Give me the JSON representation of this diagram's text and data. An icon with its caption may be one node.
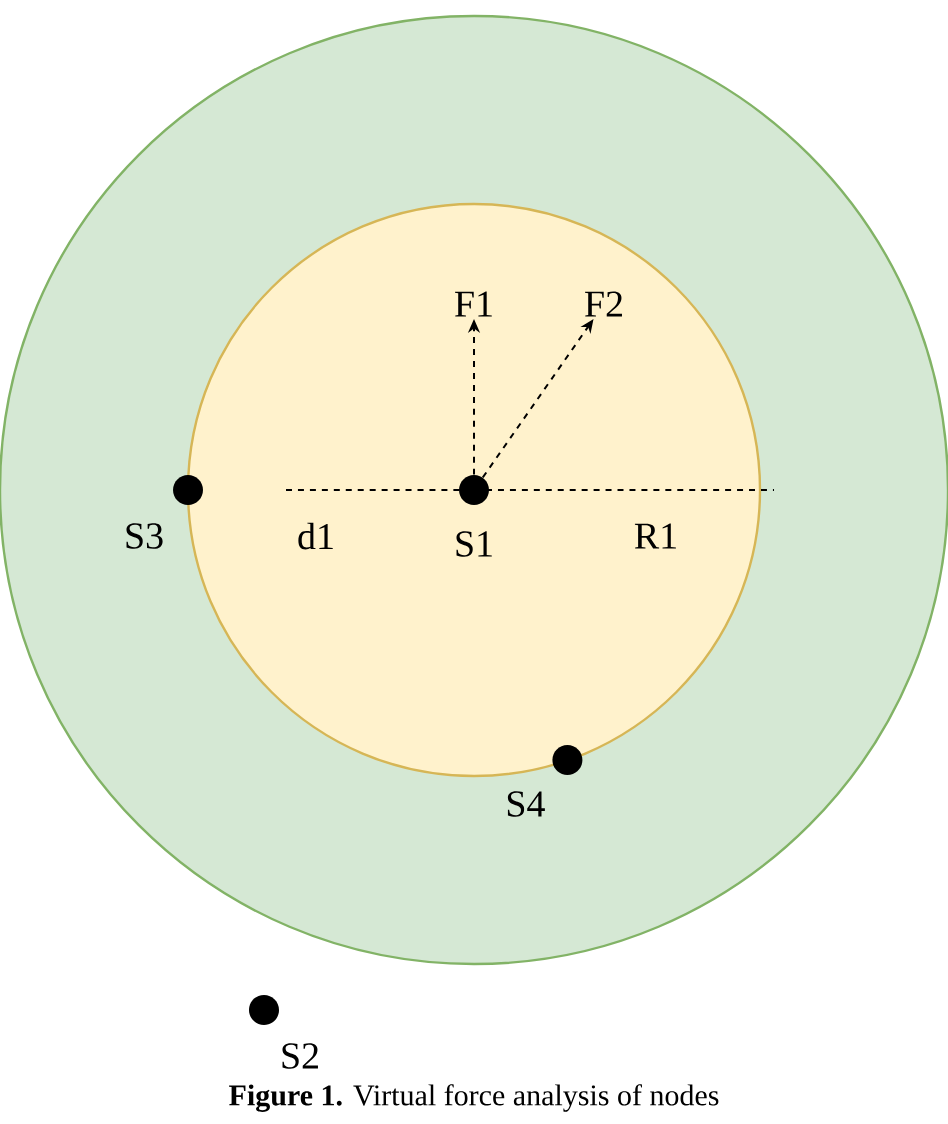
{
  "diagram": {
    "caption": "**Figure 1.** Virtual force analysis of nodes",
    "nodes": [
      {
        "text": [],
        "shape": "circle"
      },
      {
        "text": [],
        "shape": "circle",
        "in": 0
      },
      {
        "text": [
          "F1"
        ],
        "in": 1
      },
      {
        "text": [
          "F2"
        ],
        "in": 1
      },
      {
        "text": [
          "S3"
        ],
        "in": 0
      },
      {
        "text": [
          "S1"
        ],
        "in": 1
      },
      {
        "text": [
          "S4"
        ],
        "in": 0
      },
      {
        "text": [
          "S2"
        ]
      }
    ],
    "edges": [
      {
        "from": 5,
        "to": 2,
        "arrow": "to",
        "style": "dashed"
      },
      {
        "from": 5,
        "to": 3,
        "arrow": "to",
        "style": "dashed"
      }
    ],
    "labels": [
      "d1",
      "R1"
    ]
  }
}
